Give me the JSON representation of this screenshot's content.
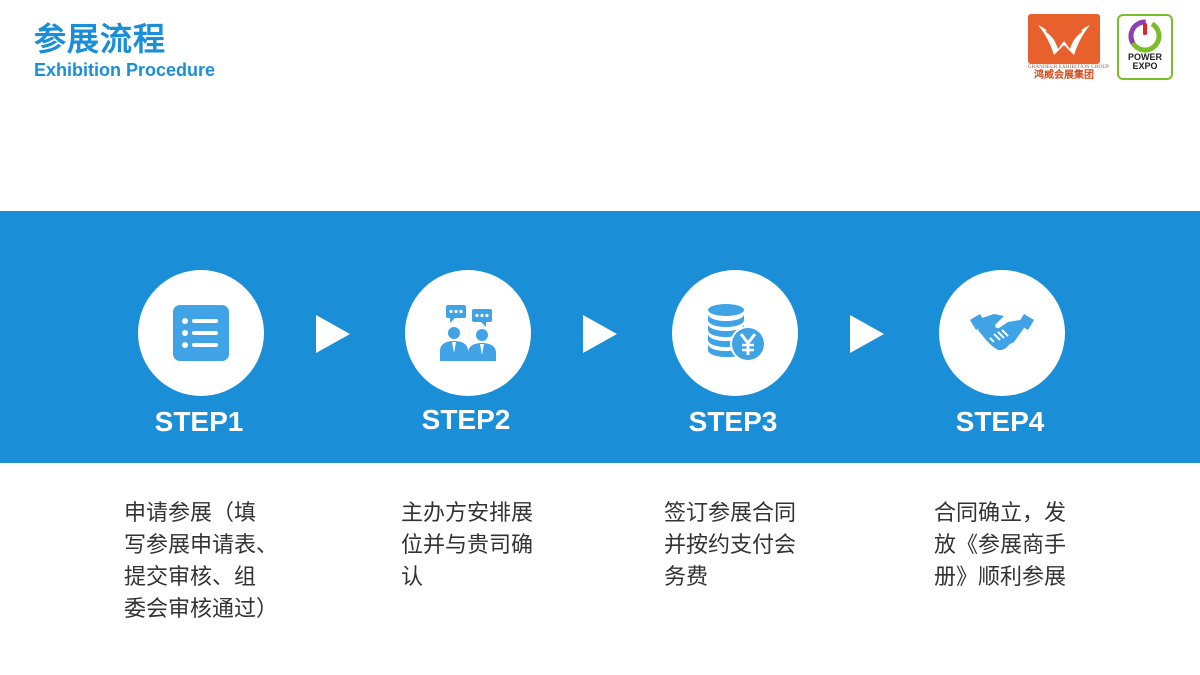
{
  "header": {
    "title_zh": "参展流程",
    "title_en": "Exhibition Procedure"
  },
  "logos": {
    "hongwei": {
      "icon": "hongwei-wings-logo",
      "subtitle": "GRANDEUR EXHIBITION GROUP",
      "name": "鸿威会展集团",
      "color": "#e8612c"
    },
    "power_expo": {
      "icon": "power-button-logo",
      "line1": "POWER",
      "line2": "EXPO",
      "color": "#7bbd2a"
    }
  },
  "band_color": "#1a8fd8",
  "steps": [
    {
      "label": "STEP1",
      "icon": "list-icon",
      "desc": [
        "申请参展（填",
        "写参展申请表、",
        "提交审核、组",
        "委会审核通过）"
      ]
    },
    {
      "label": "STEP2",
      "icon": "meeting-people-icon",
      "desc": [
        "主办方安排展",
        "位并与贵司确",
        "认"
      ]
    },
    {
      "label": "STEP3",
      "icon": "coins-yuan-icon",
      "desc": [
        "签订参展合同",
        "并按约支付会",
        "务费"
      ]
    },
    {
      "label": "STEP4",
      "icon": "handshake-icon",
      "desc": [
        "合同确立，发",
        "放《参展商手",
        "册》顺利参展"
      ]
    }
  ]
}
